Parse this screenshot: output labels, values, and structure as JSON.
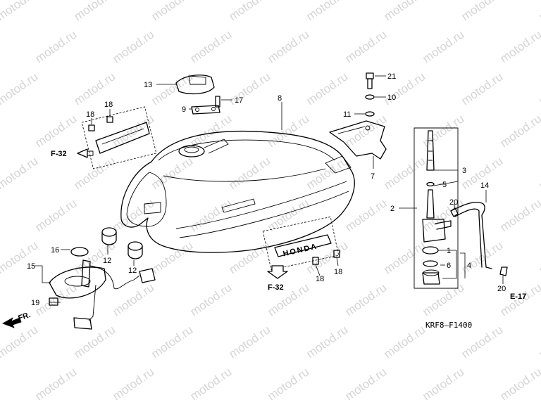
{
  "watermark": "motod.ru",
  "diagram_code": "KRF8—F1400",
  "references": {
    "f32_top": "F-32",
    "f32_bottom": "F-32",
    "e17": "E-17",
    "front": "FR."
  },
  "emblem_text": "HONDA",
  "callouts": {
    "c1": "1",
    "c2": "2",
    "c3": "3",
    "c4": "4",
    "c5": "5",
    "c6": "6",
    "c7": "7",
    "c8": "8",
    "c9": "9",
    "c10": "10",
    "c11": "11",
    "c12a": "12",
    "c12b": "12",
    "c13": "13",
    "c14": "14",
    "c15": "15",
    "c16": "16",
    "c17": "17",
    "c18a": "18",
    "c18b": "18",
    "c18c": "18",
    "c18d": "18",
    "c19": "19",
    "c20a": "20",
    "c20b": "20",
    "c21": "21"
  }
}
